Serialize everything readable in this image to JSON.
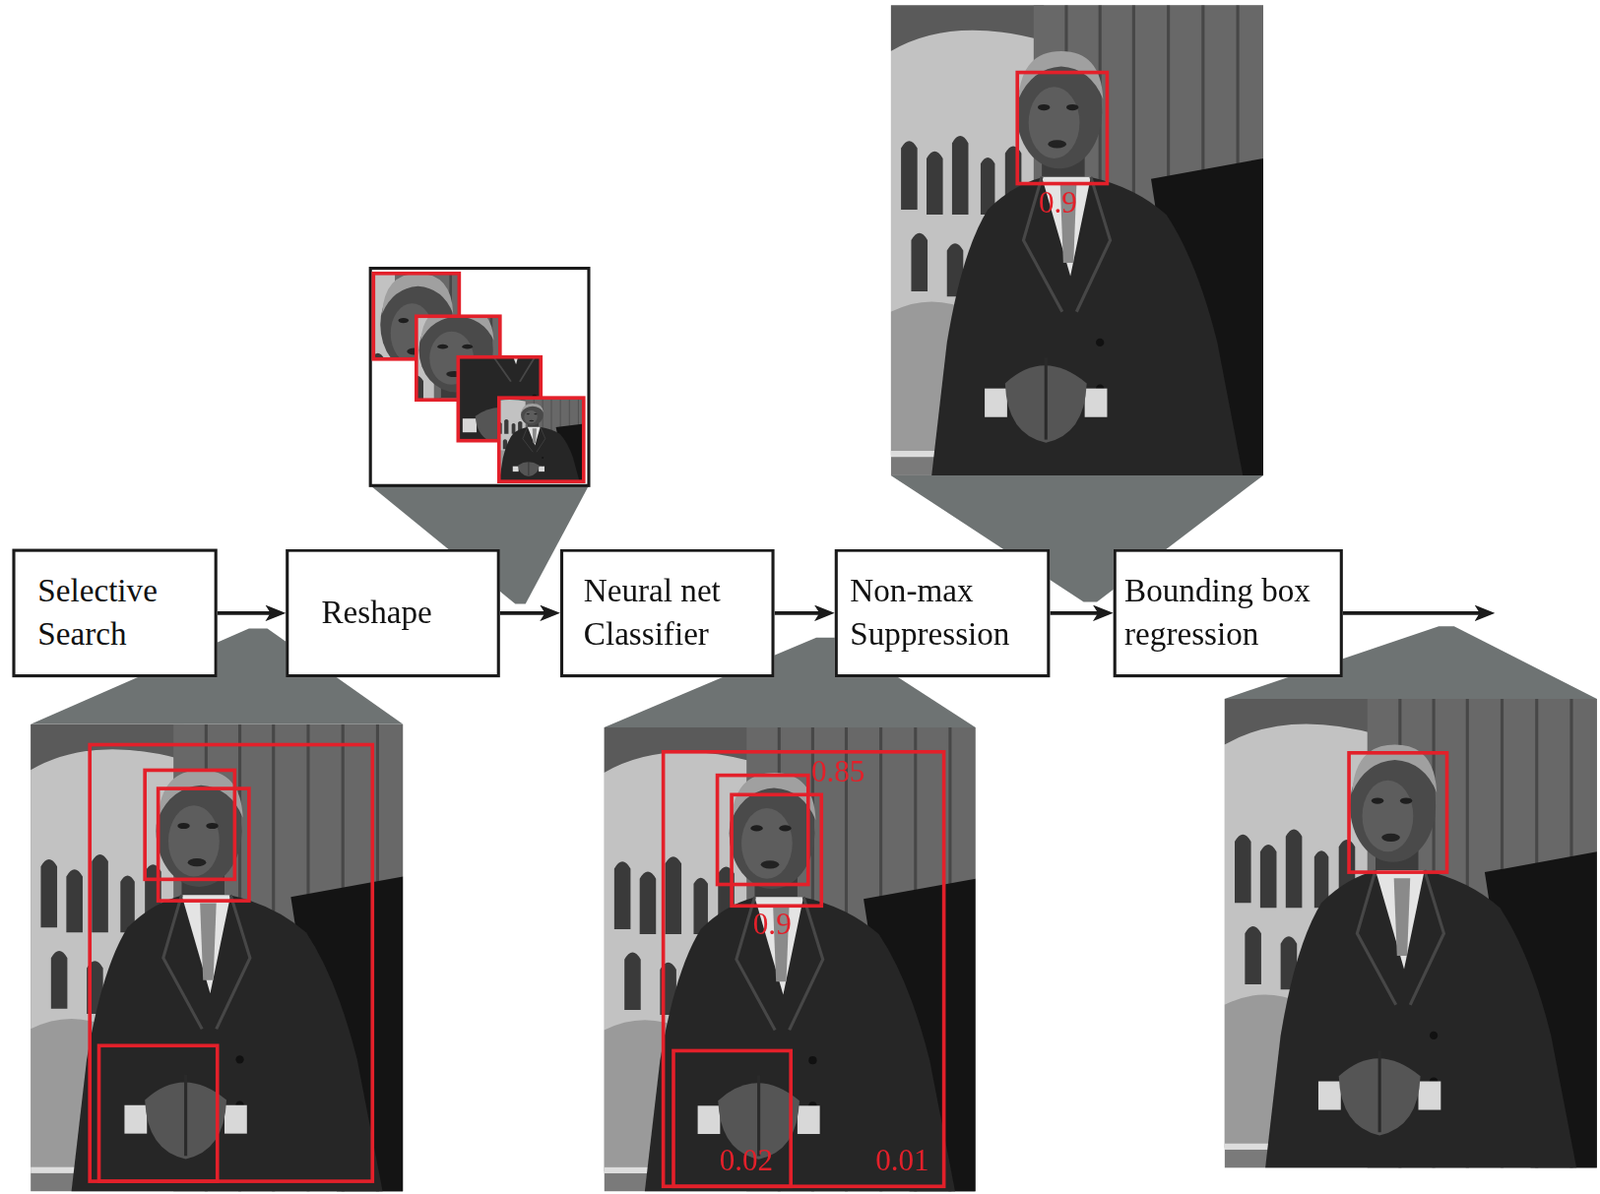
{
  "diagram": {
    "nodes": [
      {
        "text": [
          "Selective Search"
        ]
      },
      {
        "text": [
          "Reshape"
        ]
      },
      {
        "text": [
          "Neural net Classifier"
        ]
      },
      {
        "text": [
          "Non-max Suppression"
        ]
      },
      {
        "text": [
          "Bounding box regression"
        ]
      }
    ],
    "edges": [
      {
        "from": 0,
        "to": 1,
        "arrow": "to"
      },
      {
        "from": 1,
        "to": 2,
        "arrow": "to"
      },
      {
        "from": 2,
        "to": 3,
        "arrow": "to"
      },
      {
        "from": 3,
        "to": 4,
        "arrow": "to"
      }
    ],
    "labels": [
      "0.85",
      "0.9",
      "0.02",
      "0.01",
      "0.9"
    ]
  }
}
